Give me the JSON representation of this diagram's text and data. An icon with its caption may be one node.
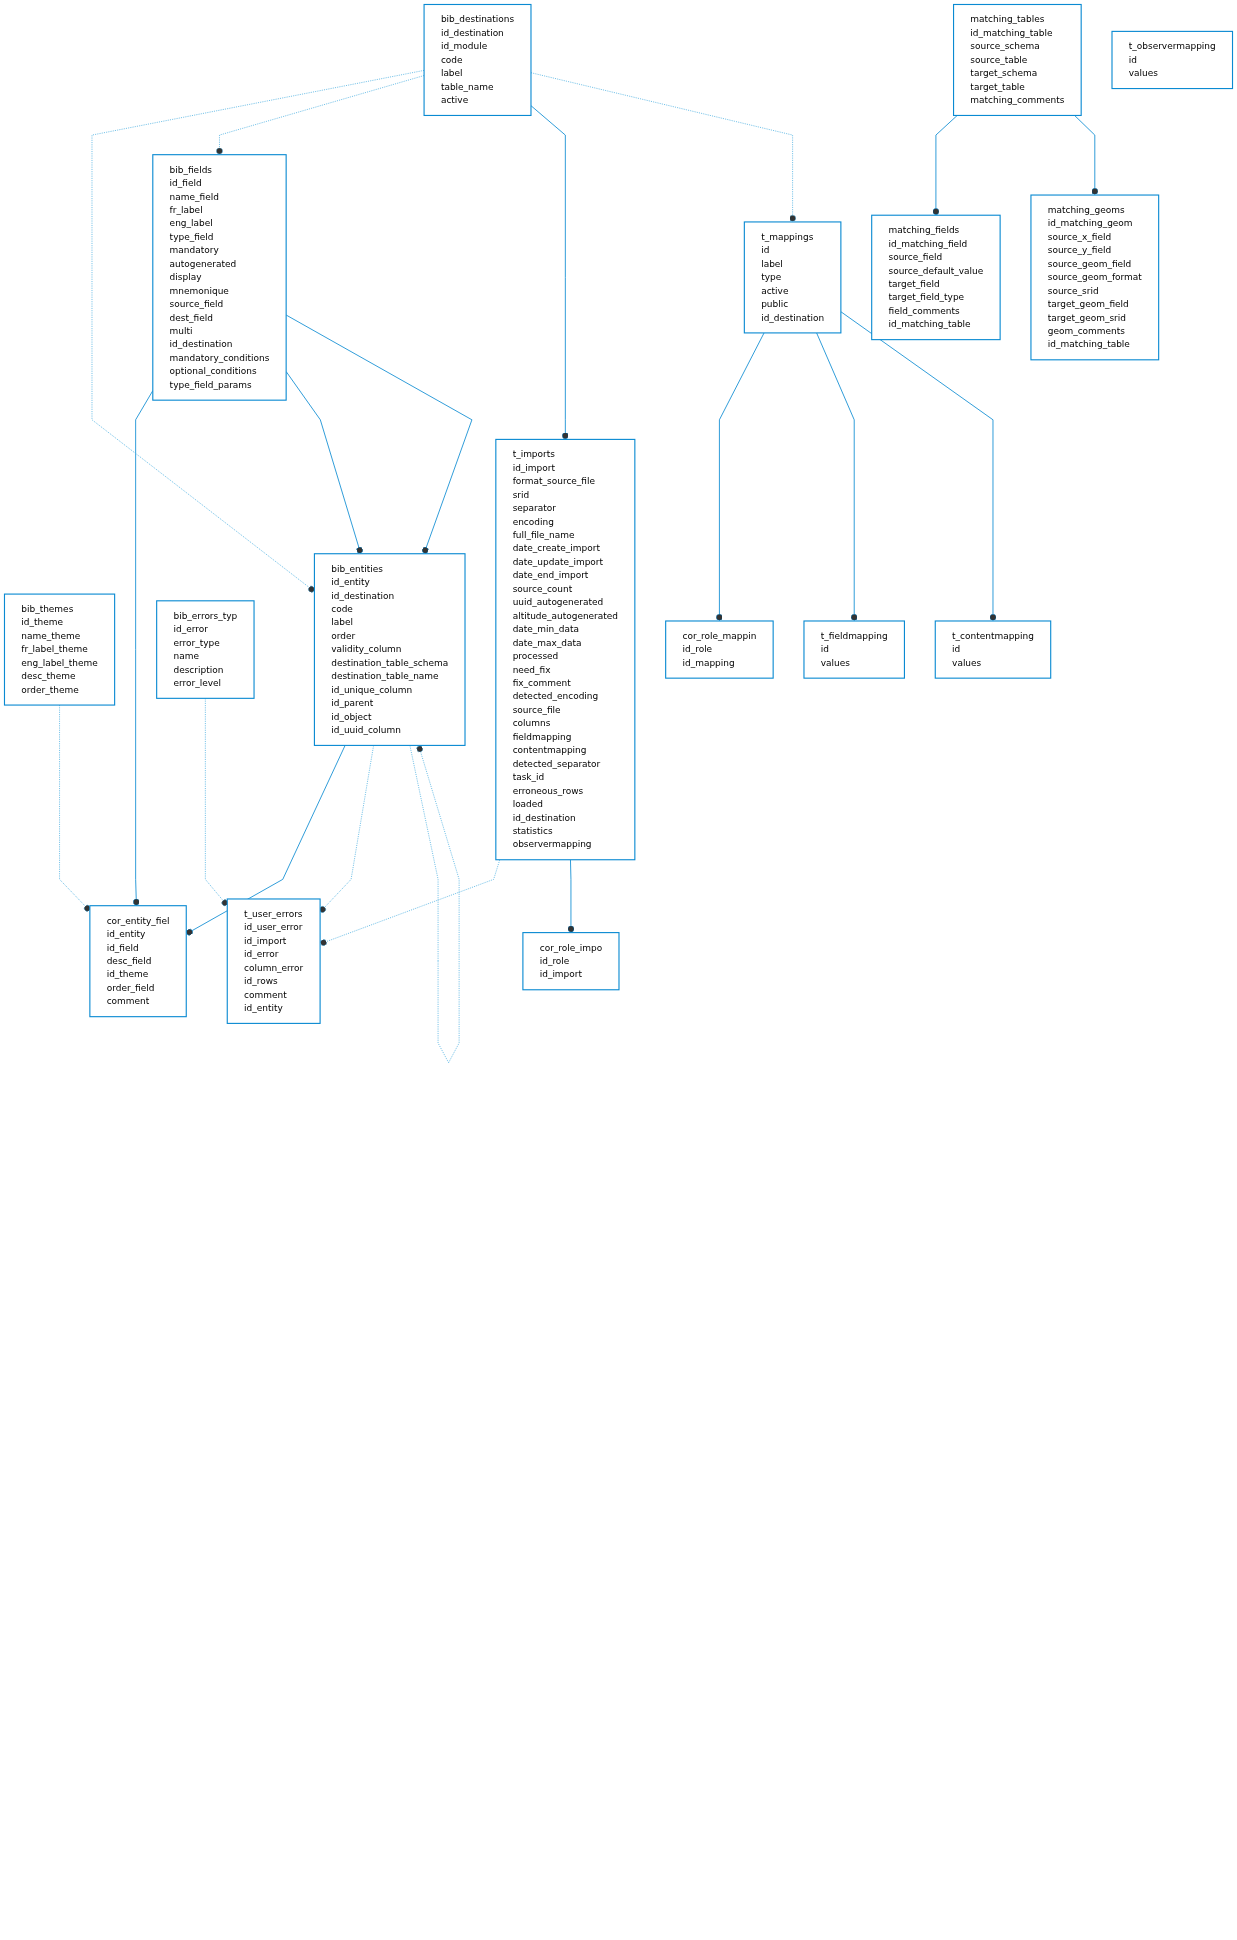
{
  "diagram": {
    "nodes": [
      {
        "text": [
          "bib_themes",
          "id_theme",
          "name_theme",
          "fr_label_theme",
          "eng_label_theme",
          "desc_theme",
          "order_theme"
        ]
      },
      {
        "text": [
          "cor_entity_fiel",
          "id_entity",
          "id_field",
          "desc_field",
          "id_theme",
          "order_field",
          "comment"
        ]
      },
      {
        "text": [
          "bib_fields",
          "id_field",
          "name_field",
          "fr_label",
          "eng_label",
          "type_field",
          "mandatory",
          "autogenerated",
          "display",
          "mnemonique",
          "source_field",
          "dest_field",
          "multi",
          "id_destination",
          "mandatory_conditions",
          "optional_conditions",
          "type_field_params"
        ]
      },
      {
        "text": [
          "bib_entities",
          "id_entity",
          "id_destination",
          "code",
          "label",
          "order",
          "validity_column",
          "destination_table_schema",
          "destination_table_name",
          "id_unique_column",
          "id_parent",
          "id_object",
          "id_uuid_column"
        ]
      },
      {
        "text": [
          "t_user_errors",
          "id_user_error",
          "id_import",
          "id_error",
          "column_error",
          "id_rows",
          "comment",
          "id_entity"
        ]
      },
      {
        "text": [
          "cor_role_impo",
          "id_role",
          "id_import"
        ]
      },
      {
        "text": [
          "bib_errors_typ",
          "id_error",
          "error_type",
          "name",
          "description",
          "error_level"
        ]
      },
      {
        "text": [
          "t_imports",
          "id_import",
          "format_source_file",
          "srid",
          "separator",
          "encoding",
          "full_file_name",
          "date_create_import",
          "date_update_import",
          "date_end_import",
          "source_count",
          "uuid_autogenerated",
          "altitude_autogenerated",
          "date_min_data",
          "date_max_data",
          "processed",
          "need_fix",
          "fix_comment",
          "detected_encoding",
          "source_file",
          "columns",
          "fieldmapping",
          "contentmapping",
          "detected_separator",
          "task_id",
          "erroneous_rows",
          "loaded",
          "id_destination",
          "statistics",
          "observermapping"
        ]
      },
      {
        "text": [
          "bib_destinations",
          "id_destination",
          "id_module",
          "code",
          "label",
          "table_name",
          "active"
        ]
      },
      {
        "text": [
          "t_mappings",
          "id",
          "label",
          "type",
          "active",
          "public",
          "id_destination"
        ]
      },
      {
        "text": [
          "matching_fields",
          "id_matching_field",
          "source_field",
          "source_default_value",
          "target_field",
          "target_field_type",
          "field_comments",
          "id_matching_table"
        ]
      },
      {
        "text": [
          "matching_tables",
          "id_matching_table",
          "source_schema",
          "source_table",
          "target_schema",
          "target_table",
          "matching_comments"
        ]
      },
      {
        "text": [
          "cor_role_mappin",
          "id_role",
          "id_mapping"
        ]
      },
      {
        "text": [
          "t_contentmapping",
          "id",
          "values"
        ]
      },
      {
        "text": [
          "t_observermapping",
          "id",
          "values"
        ]
      },
      {
        "text": [
          "matching_geoms",
          "id_matching_geom",
          "source_x_field",
          "source_y_field",
          "source_geom_field",
          "source_geom_format",
          "source_srid",
          "target_geom_field",
          "target_geom_srid",
          "geom_comments",
          "id_matching_table"
        ]
      },
      {
        "text": [
          "t_fieldmapping",
          "id",
          "values"
        ]
      }
    ],
    "edges": [
      {
        "from": 0,
        "to": 1,
        "arrow": "other",
        "style": "dashed"
      },
      {
        "from": 2,
        "to": 1,
        "arrow": "other"
      },
      {
        "from": 3,
        "to": 1,
        "arrow": "other"
      },
      {
        "from": 3,
        "to": 4,
        "arrow": "other",
        "style": "dashed"
      },
      {
        "from": 6,
        "to": 4,
        "arrow": "other",
        "style": "dashed"
      },
      {
        "from": 7,
        "to": 4,
        "arrow": "other",
        "style": "dashed"
      },
      {
        "from": 7,
        "to": 5,
        "arrow": "other"
      },
      {
        "from": 3,
        "to": 3,
        "arrow": "other",
        "style": "dashed"
      },
      {
        "from": 2,
        "to": 3,
        "arrow": "other"
      },
      {
        "from": 2,
        "to": 3,
        "arrow": "other"
      },
      {
        "from": 8,
        "to": 3,
        "arrow": "other",
        "style": "dashed"
      },
      {
        "from": 8,
        "to": 2,
        "arrow": "other",
        "style": "dashed"
      },
      {
        "from": 8,
        "to": 7,
        "arrow": "other"
      },
      {
        "from": 8,
        "to": 9,
        "arrow": "other",
        "style": "dashed"
      },
      {
        "from": 9,
        "to": 12,
        "arrow": "other"
      },
      {
        "from": 9,
        "to": 16,
        "arrow": "other"
      },
      {
        "from": 9,
        "to": 13,
        "arrow": "other"
      },
      {
        "from": 11,
        "to": 10,
        "arrow": "other"
      },
      {
        "from": 11,
        "to": 15,
        "arrow": "other"
      }
    ]
  }
}
